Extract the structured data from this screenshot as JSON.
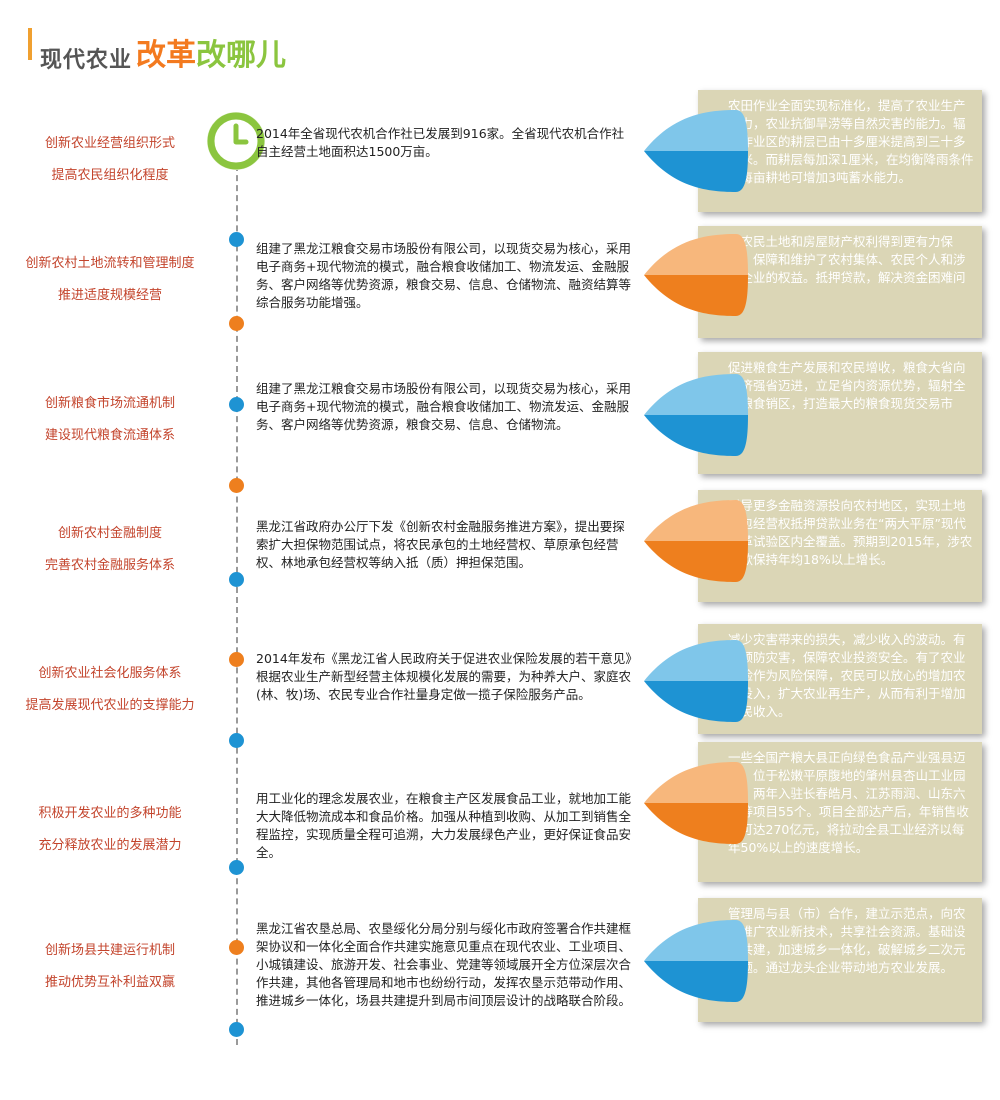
{
  "header": {
    "title_prefix": "现代农业",
    "title_red": "改革",
    "title_green": "改哪儿"
  },
  "colors": {
    "accent_orange": "#f37a1f",
    "accent_green": "#8bc53f",
    "label_red": "#c3442c",
    "box_bg": "#dbd6b6",
    "drop_blue": "#1e93d3",
    "drop_orange": "#ee7f1e"
  },
  "icon": "clock-icon",
  "rows": [
    {
      "label": [
        "创新农业经营组织形式",
        "提高农民组织化程度"
      ],
      "text": "2014年全省现代农机合作社已发展到916家。全省现代农机合作社自主经营土地面积达1500万亩。",
      "box": "农田作业全面实现标准化，提高了农业生产能力，农业抗御旱涝等自然灾害的能力。辐射作业区的耕层已由十多厘米提高到三十多厘米。而耕层每加深1厘米，在均衡降雨条件下每亩耕地可增加3吨蓄水能力。",
      "drop": "blue"
    },
    {
      "label": [
        "创新农村土地流转和管理制度",
        "推进适度规模经营"
      ],
      "text": "组建了黑龙江粮食交易市场股份有限公司，以现货交易为核心，采用电子商务+现代物流的模式，融合粮食收储加工、物流发运、金融服务、客户网络等优势资源，粮食交易、信息、仓储物流、融资结算等综合服务功能增强。",
      "box": "使农民土地和房屋财产权利得到更有力保障，保障和维护了农村集体、农民个人和涉农企业的权益。抵押贷款，解决资金困难问题。",
      "drop": "orange"
    },
    {
      "label": [
        "创新粮食市场流通机制",
        "建设现代粮食流通体系"
      ],
      "text": "组建了黑龙江粮食交易市场股份有限公司，以现货交易为核心，采用电子商务+现代物流的模式，融合粮食收储加工、物流发运、金融服务、客户网络等优势资源，粮食交易、信息、仓储物流。",
      "box": "促进粮食生产发展和农民增收，粮食大省向经济强省迈进，立足省内资源优势，辐射全国粮食销区，打造最大的粮食现货交易市场。",
      "drop": "blue"
    },
    {
      "label": [
        "创新农村金融制度",
        "完善农村金融服务体系"
      ],
      "text": "黑龙江省政府办公厅下发《创新农村金融服务推进方案》，提出要探索扩大担保物范围试点，将农民承包的土地经营权、草原承包经营权、林地承包经营权等纳入抵（质）押担保范围。",
      "box": "引导更多金融资源投向农村地区，实现土地承包经营权抵押贷款业务在“两大平原”现代改革试验区内全覆盖。预期到2015年，涉农贷款保持年均18%以上增长。",
      "drop": "orange"
    },
    {
      "label": [
        "创新农业社会化服务体系",
        "提高发展现代农业的支撑能力"
      ],
      "text": "2014年发布《黑龙江省人民政府关于促进农业保险发展的若干意见》根据农业生产新型经营主体规模化发展的需要，为种养大户、家庭农(林、牧)场、农民专业合作社量身定做一揽子保险服务产品。",
      "box": "减少灾害带来的损失，减少收入的波动。有效预防灾害，保障农业投资安全。有了农业保险作为风险保障，农民可以放心的增加农业投入，扩大农业再生产，从而有利于增加农民收入。",
      "drop": "blue"
    },
    {
      "label": [
        "积极开发农业的多种功能",
        "充分释放农业的发展潜力"
      ],
      "text": "用工业化的理念发展农业，在粮食主产区发展食品工业，就地加工能大大降低物流成本和食品价格。加强从种植到收购、从加工到销售全程监控，实现质量全程可追溯，大力发展绿色产业，更好保证食品安全。",
      "box": "一些全国产粮大县正向绿色食品产业强县迈进。位于松嫩平原腹地的肇州县杏山工业园区，两年入驻长春皓月、江苏雨润、山东六和等项目55个。项目全部达产后，年销售收入可达270亿元，将拉动全县工业经济以每年50%以上的速度增长。",
      "drop": "orange"
    },
    {
      "label": [
        "创新场县共建运行机制",
        "推动优势互补利益双赢"
      ],
      "text": "黑龙江省农垦总局、农垦绥化分局分别与绥化市政府签署合作共建框架协议和一体化全面合作共建实施意见重点在现代农业、工业项目、小城镇建设、旅游开发、社会事业、党建等领域展开全方位深层次合作共建，其他各管理局和地市也纷纷行动，发挥农垦示范带动作用、推进城乡一体化，场县共建提升到局市间顶层设计的战略联合阶段。",
      "box": "管理局与县（市）合作，建立示范点，向农民推广农业新技术，共享社会资源。基础设施共建，加速城乡一体化，破解城乡二次元难题。通过龙头企业带动地方农业发展。",
      "drop": "blue"
    }
  ]
}
